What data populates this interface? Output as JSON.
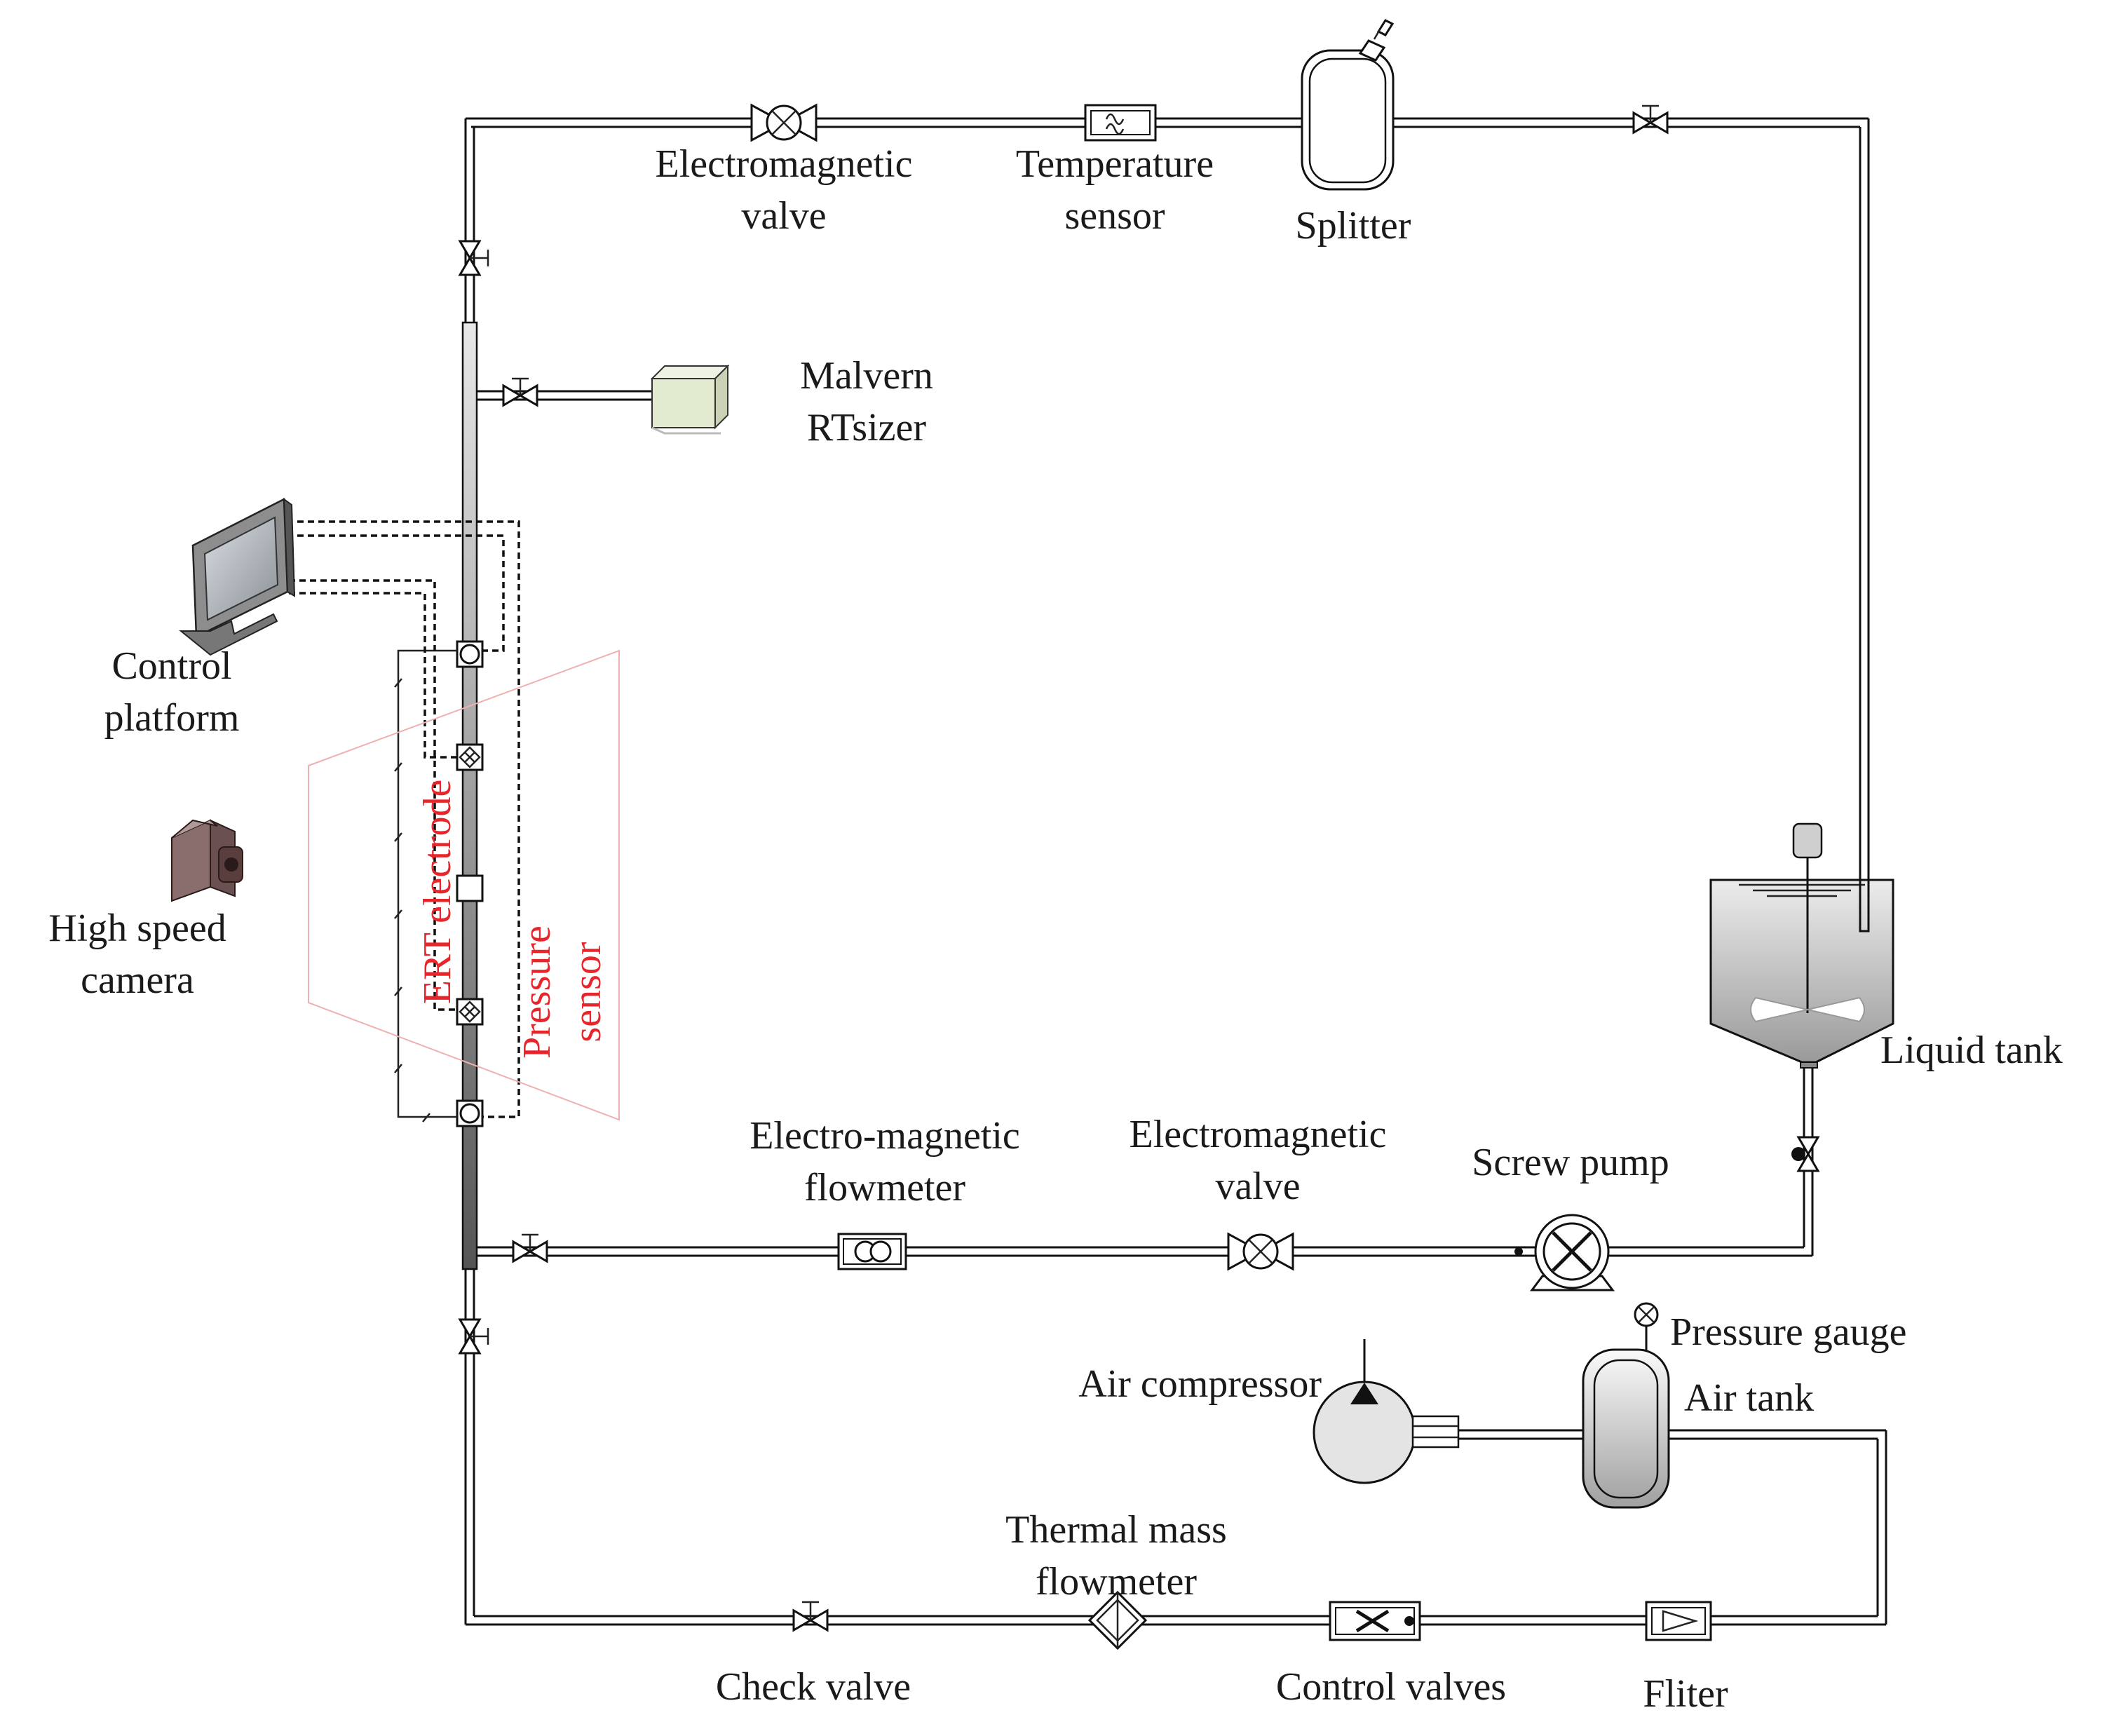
{
  "labels": {
    "electromagnetic_valve_top": [
      "Electromagnetic",
      "valve"
    ],
    "temperature_sensor": [
      "Temperature",
      "sensor"
    ],
    "splitter": [
      "Splitter"
    ],
    "malvern": [
      "Malvern",
      "RTsizer"
    ],
    "control_platform": [
      "Control",
      "platform"
    ],
    "high_speed_camera": [
      "High speed",
      "camera"
    ],
    "ert_electrode": "ERT electrode",
    "pressure_sensor": [
      "Pressure",
      "sensor"
    ],
    "liquid_tank": [
      "Liquid tank"
    ],
    "em_flowmeter": [
      "Electro-magnetic",
      "flowmeter"
    ],
    "electromagnetic_valve_bottom": [
      "Electromagnetic",
      "valve"
    ],
    "screw_pump": [
      "Screw pump"
    ],
    "pressure_gauge": [
      "Pressure gauge"
    ],
    "air_compressor": [
      "Air compressor"
    ],
    "air_tank": [
      "Air tank"
    ],
    "thermal_mass_flowmeter": [
      "Thermal mass",
      "flowmeter"
    ],
    "check_valve": [
      "Check valve"
    ],
    "control_valves": [
      "Control valves"
    ],
    "filter": [
      "Fliter"
    ]
  },
  "colors": {
    "line": "#111111",
    "annotation_red": "#e8252a",
    "plane_outline": "#f0b0b0",
    "malvern_box": "#e2ead0",
    "tank_fill": "#d9d9d9"
  }
}
